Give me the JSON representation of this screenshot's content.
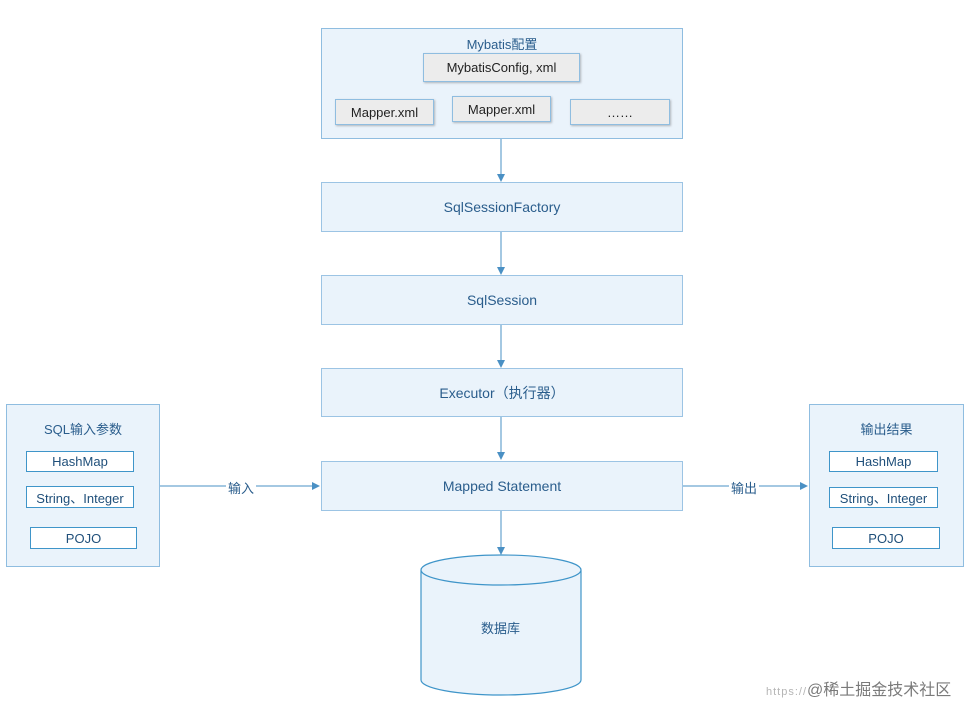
{
  "config_group": {
    "title": "Mybatis配置",
    "main_file": "MybatisConfig, xml",
    "mappers": [
      "Mapper.xml",
      "Mapper.xml",
      "……"
    ]
  },
  "flow": {
    "factory": "SqlSessionFactory",
    "session": "SqlSession",
    "executor": "Executor（执行器）",
    "mapped": "Mapped Statement",
    "database": "数据库"
  },
  "input_group": {
    "title": "SQL输入参数",
    "items": [
      "HashMap",
      "String、Integer",
      "POJO"
    ]
  },
  "output_group": {
    "title": "输出结果",
    "items": [
      "HashMap",
      "String、Integer",
      "POJO"
    ]
  },
  "edges": {
    "input_label": "输入",
    "output_label": "输出"
  },
  "watermark": {
    "url": "https://",
    "text": "@稀土掘金技术社区"
  },
  "colors": {
    "box_fill": "#eaf3fb",
    "box_border": "#9cc4e4",
    "text": "#2a5d8c",
    "arrow": "#4a90c4"
  }
}
